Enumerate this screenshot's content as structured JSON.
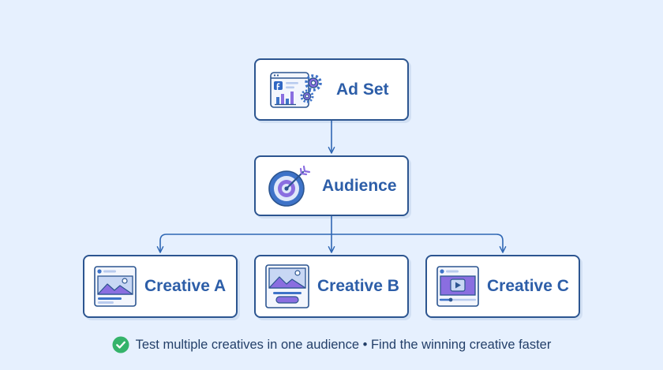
{
  "nodes": {
    "ad_set": {
      "label": "Ad Set",
      "icon": "ads-manager-icon"
    },
    "audience": {
      "label": "Audience",
      "icon": "target-icon"
    },
    "creatives": [
      {
        "label": "Creative A",
        "icon": "image-ad-icon"
      },
      {
        "label": "Creative B",
        "icon": "image-card-icon"
      },
      {
        "label": "Creative C",
        "icon": "video-ad-icon"
      }
    ]
  },
  "footer": {
    "icon": "check-circle-icon",
    "text": "Test multiple creatives in one audience • Find the winning creative faster"
  },
  "colors": {
    "background": "#e6f0fe",
    "border": "#2c5590",
    "label": "#2d5ea8",
    "connector": "#2f67b4",
    "accent_purple": "#8a6ee0",
    "accent_blue": "#3e73c8",
    "check_green": "#34b36a"
  }
}
